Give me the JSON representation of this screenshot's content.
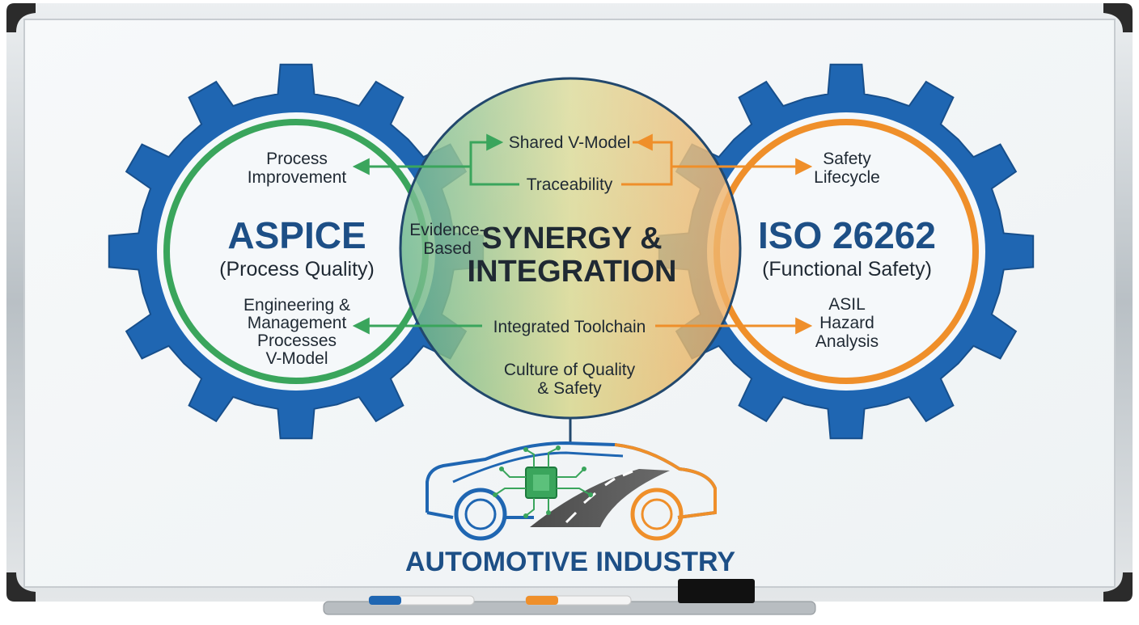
{
  "left_gear": {
    "title": "ASPICE",
    "subtitle": "(Process Quality)",
    "top_text": [
      "Process",
      "Improvement"
    ],
    "bottom_text": [
      "Engineering &",
      "Management",
      "Processes",
      "V-Model"
    ]
  },
  "center": {
    "title_line1": "SYNERGY &",
    "title_line2": "INTEGRATION",
    "shared_vmodel": "Shared V-Model",
    "traceability": "Traceability",
    "evidence_based": [
      "Evidence-",
      "Based"
    ],
    "integrated_toolchain": "Integrated Toolchain",
    "culture": [
      "Culture of Quality",
      "& Safety"
    ]
  },
  "right_gear": {
    "title": "ISO 26262",
    "subtitle": "(Functional Safety)",
    "top_text": [
      "Safety",
      "Lifecycle"
    ],
    "bottom_text": [
      "ASIL",
      "Hazard",
      "Analysis"
    ]
  },
  "footer": {
    "label": "AUTOMOTIVE INDUSTRY"
  },
  "colors": {
    "gear_blue": "#1f66b2",
    "green": "#3aa55c",
    "orange": "#ef8f2a",
    "navy": "#1d4f86"
  }
}
